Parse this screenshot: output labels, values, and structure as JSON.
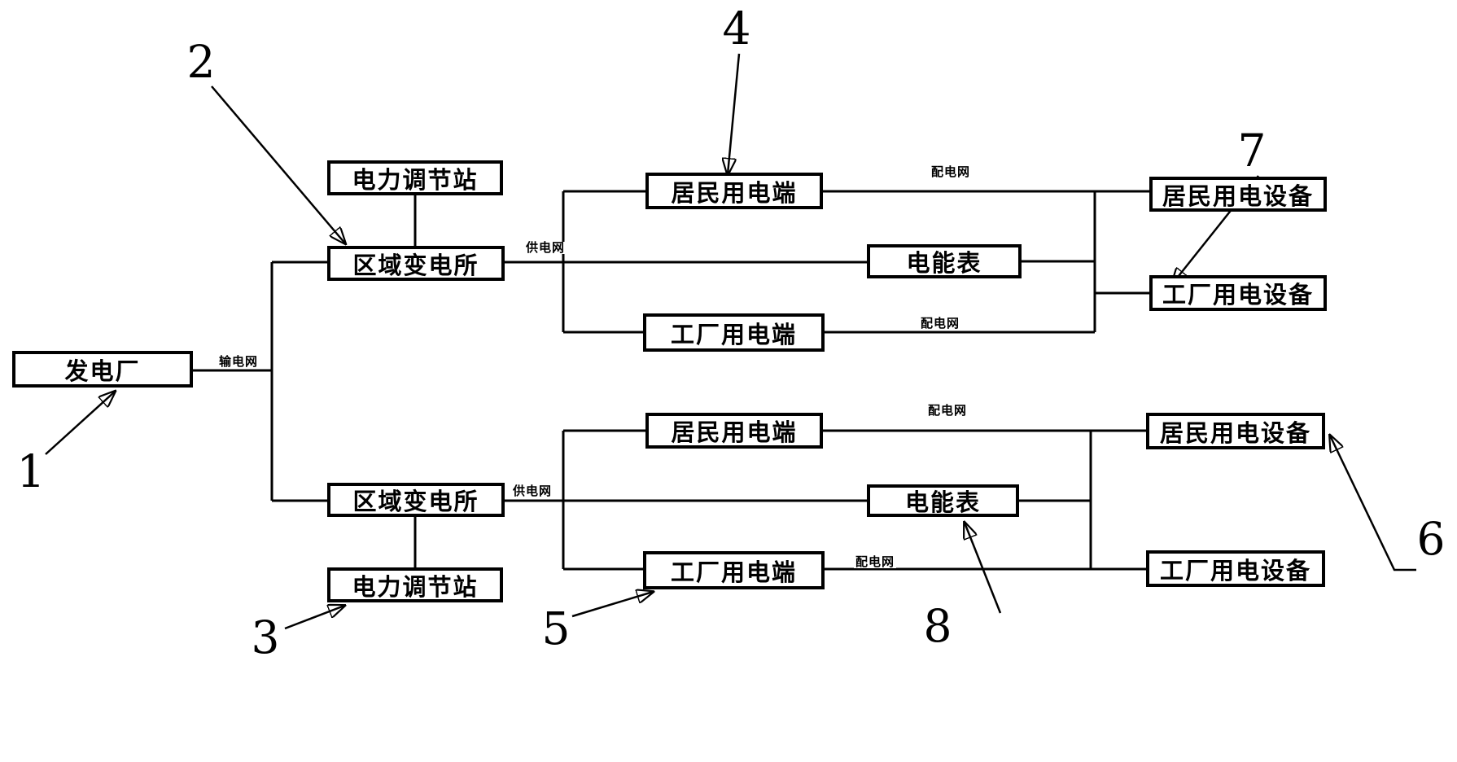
{
  "figure": {
    "description": "Power distribution system schematic",
    "background_color": "#ffffff",
    "line_color": "#000000",
    "boxes": [
      {
        "id": "power-plant",
        "label": "发电厂"
      },
      {
        "id": "regulator-top",
        "label": "电力调节站"
      },
      {
        "id": "substation-top",
        "label": "区域变电所"
      },
      {
        "id": "resident-terminal-top",
        "label": "居民用电端"
      },
      {
        "id": "factory-terminal-top",
        "label": "工厂用电端"
      },
      {
        "id": "meter-top",
        "label": "电能表"
      },
      {
        "id": "resident-equipment-top",
        "label": "居民用电设备"
      },
      {
        "id": "factory-equipment-top",
        "label": "工厂用电设备"
      },
      {
        "id": "substation-bottom",
        "label": "区域变电所"
      },
      {
        "id": "regulator-bottom",
        "label": "电力调节站"
      },
      {
        "id": "resident-terminal-bottom",
        "label": "居民用电端"
      },
      {
        "id": "factory-terminal-bottom",
        "label": "工厂用电端"
      },
      {
        "id": "meter-bottom",
        "label": "电能表"
      },
      {
        "id": "resident-equipment-bottom",
        "label": "居民用电设备"
      },
      {
        "id": "factory-equipment-bottom",
        "label": "工厂用电设备"
      }
    ],
    "wire_labels": [
      {
        "id": "transmission-grid",
        "label": "输电网"
      },
      {
        "id": "supply-grid-top",
        "label": "供电网"
      },
      {
        "id": "distribution-grid-top-resident",
        "label": "配电网"
      },
      {
        "id": "distribution-grid-top-factory",
        "label": "配电网"
      },
      {
        "id": "supply-grid-bottom",
        "label": "供电网"
      },
      {
        "id": "distribution-grid-bottom-resident",
        "label": "配电网"
      },
      {
        "id": "distribution-grid-bottom-factory",
        "label": "配电网"
      }
    ],
    "callouts": [
      {
        "number": "1"
      },
      {
        "number": "2"
      },
      {
        "number": "3"
      },
      {
        "number": "4"
      },
      {
        "number": "5"
      },
      {
        "number": "6"
      },
      {
        "number": "7"
      },
      {
        "number": "8"
      }
    ]
  }
}
